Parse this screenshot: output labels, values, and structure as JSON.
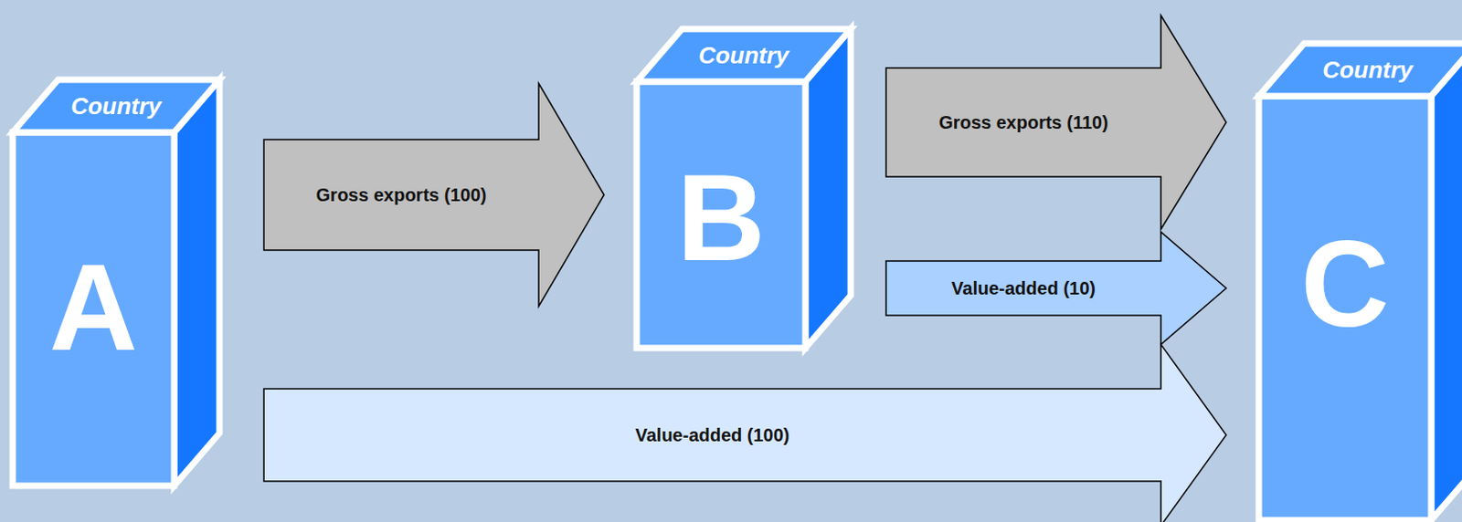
{
  "diagram": {
    "nodes": [
      {
        "text": [
          "Country",
          "A"
        ]
      },
      {
        "text": [
          "Country",
          "B"
        ]
      },
      {
        "text": [
          "Country",
          "C"
        ]
      }
    ],
    "edges": [
      {
        "from": 0,
        "to": 1,
        "arrow": "to",
        "label": "Gross exports (100)"
      },
      {
        "from": 1,
        "to": 2,
        "arrow": "to",
        "label": "Gross exports (110)"
      },
      {
        "from": 1,
        "to": 2,
        "arrow": "to",
        "label": "Value-added (10)"
      },
      {
        "from": 0,
        "to": 2,
        "arrow": "to",
        "label": "Value-added (100)"
      }
    ]
  }
}
